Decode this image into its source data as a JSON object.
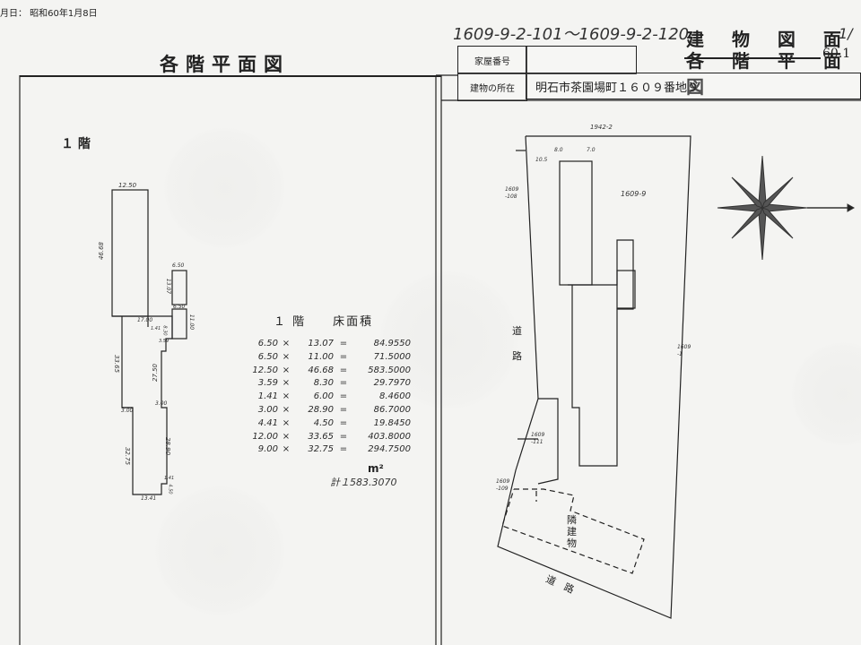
{
  "top_stamp": "月日： 昭和60年1月8日",
  "left_title": "各階平面図",
  "header": {
    "handwritten_number": "1609-9-2-101～1609-9-2-120",
    "title_line1": "建 物 図 面",
    "title_line1_tail": "1/",
    "title_line2": "各 階 平 面 図",
    "title_line2_page": "60.1",
    "house_number_label": "家屋番号",
    "house_number_value": "",
    "location_label": "建物の所在",
    "location_value": "明石市茶園場町１６０９番地９"
  },
  "floor_plan": {
    "floor_label": "１ 階",
    "dims": {
      "top_width": "12.50",
      "left_height": "46.68",
      "small_w1": "6.50",
      "small_h1": "13.07",
      "small_w2": "6.50",
      "small_h2": "11.00",
      "mid_w": "17.00",
      "a1": "1.41",
      "a2": "8.30",
      "a3": "3.59",
      "long_left": "33.65",
      "mid_h": "27.50",
      "w300a": "3.00",
      "w300b": "3.00",
      "lower_left": "32.75",
      "lower_right": "28.90",
      "b1": "1.41",
      "b2": "4.50",
      "bottom_w": "13.41"
    }
  },
  "area_calc": {
    "title": "１ 階　　床面積",
    "rows": [
      {
        "a": "6.50",
        "op": "×",
        "b": "13.07",
        "eq": "=",
        "r": "84.9550"
      },
      {
        "a": "6.50",
        "op": "×",
        "b": "11.00",
        "eq": "=",
        "r": "71.5000"
      },
      {
        "a": "12.50",
        "op": "×",
        "b": "46.68",
        "eq": "=",
        "r": "583.5000"
      },
      {
        "a": "3.59",
        "op": "×",
        "b": "8.30",
        "eq": "=",
        "r": "29.7970"
      },
      {
        "a": "1.41",
        "op": "×",
        "b": "6.00",
        "eq": "=",
        "r": "8.4600"
      },
      {
        "a": "3.00",
        "op": "×",
        "b": "28.90",
        "eq": "=",
        "r": "86.7000"
      },
      {
        "a": "4.41",
        "op": "×",
        "b": "4.50",
        "eq": "=",
        "r": "19.8450"
      },
      {
        "a": "12.00",
        "op": "×",
        "b": "33.65",
        "eq": "=",
        "r": "403.8000"
      },
      {
        "a": "9.00",
        "op": "×",
        "b": "32.75",
        "eq": "=",
        "r": "294.7500"
      }
    ],
    "unit": "m²",
    "total": "計１583.3070"
  },
  "site_plan": {
    "lot_top": "1942-2",
    "lot_main": "1609-9",
    "lot_108": "1609 -108",
    "lot_right": "1609 -1",
    "lot_111": "1609 -111",
    "lot_109": "1609 -109",
    "d_8": "8.0",
    "d_7": "7.0",
    "d_10_5": "10.5",
    "road_vertical": "道 路",
    "road_bottom": "道　路",
    "neighbor": "隣 建 物"
  },
  "colors": {
    "paper": "#f4f4f2",
    "ink": "#222222"
  }
}
